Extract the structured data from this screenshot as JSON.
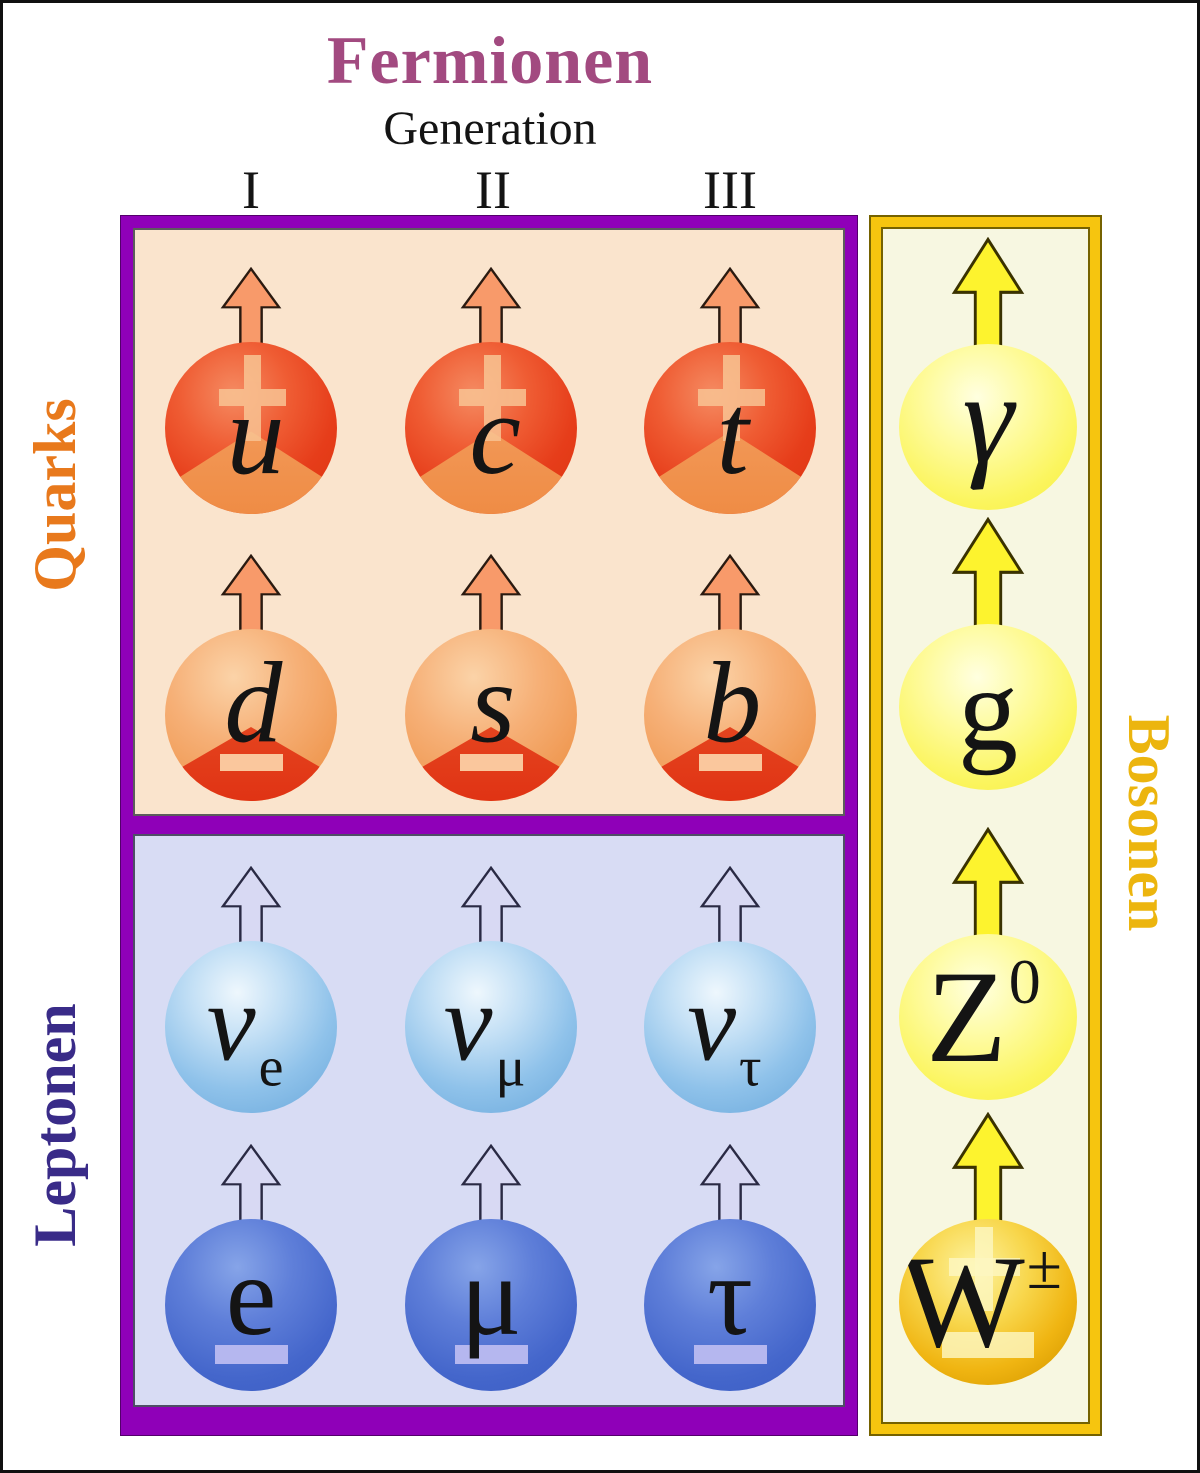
{
  "header": {
    "title": "Fermionen",
    "subtitle": "Generation",
    "generations": [
      "I",
      "II",
      "III"
    ]
  },
  "groups": {
    "quarks": "Quarks",
    "leptons": "Leptonen",
    "bosons": "Bosonen"
  },
  "particles": {
    "up_quarks": [
      {
        "symbol": "u",
        "charge": "+"
      },
      {
        "symbol": "c",
        "charge": "+"
      },
      {
        "symbol": "t",
        "charge": "+"
      }
    ],
    "down_quarks": [
      {
        "symbol": "d",
        "charge": "−"
      },
      {
        "symbol": "s",
        "charge": "−"
      },
      {
        "symbol": "b",
        "charge": "−"
      }
    ],
    "neutrinos": [
      {
        "symbol": "ν",
        "subscript": "e"
      },
      {
        "symbol": "ν",
        "subscript": "μ"
      },
      {
        "symbol": "ν",
        "subscript": "τ"
      }
    ],
    "charged_leptons": [
      {
        "symbol": "e",
        "charge": "−"
      },
      {
        "symbol": "μ",
        "charge": "−"
      },
      {
        "symbol": "τ",
        "charge": "−"
      }
    ],
    "bosons": [
      {
        "symbol": "γ"
      },
      {
        "symbol": "g"
      },
      {
        "symbol": "Z",
        "superscript": "0"
      },
      {
        "symbol": "W",
        "superscript": "±",
        "charge": "±"
      }
    ]
  },
  "colors": {
    "title_text": "#a24a80",
    "quarks_label": "#e8791c",
    "leptons_label": "#392b88",
    "bosons_label": "#ecb50e",
    "fermion_border": "#8f00b8",
    "boson_border": "#f6c50f",
    "quark_panel_bg": "#fae4cd",
    "lepton_panel_bg": "#d8dcf4",
    "boson_panel_bg": "#f7f7e1"
  }
}
